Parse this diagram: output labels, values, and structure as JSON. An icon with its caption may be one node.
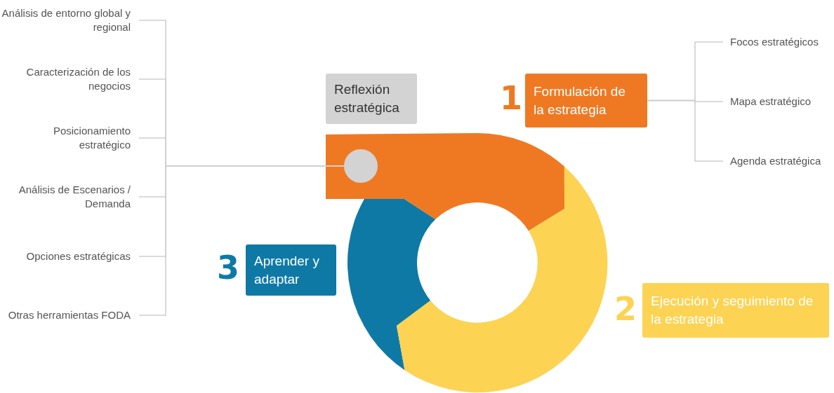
{
  "diagram": {
    "nodes": [
      {
        "text": [
          "Reflexión estratégica"
        ]
      },
      {
        "text": [
          "Formulación de la estrategia"
        ],
        "beside": [
          "1"
        ]
      },
      {
        "text": [
          "Ejecución y seguimiento de la estrategia"
        ],
        "beside": [
          "2"
        ]
      },
      {
        "text": [
          "Aprender y adaptar"
        ],
        "beside": [
          "3"
        ]
      },
      {
        "text": [],
        "shape": "circle"
      },
      {
        "text": [
          "Análisis de entorno global y regional"
        ]
      },
      {
        "text": [
          "Caracterización de los negocios"
        ]
      },
      {
        "text": [
          "Posicionamiento estratégico"
        ]
      },
      {
        "text": [
          "Análisis de Escenarios / Demanda"
        ]
      },
      {
        "text": [
          "Opciones estratégicas"
        ]
      },
      {
        "text": [
          "Otras herramientas FODA"
        ]
      },
      {
        "text": [
          "Focos estratégicos"
        ]
      },
      {
        "text": [
          "Mapa estratégico"
        ]
      },
      {
        "text": [
          "Agenda estratégica"
        ]
      }
    ],
    "edges": [
      {
        "from": 5,
        "to": 4,
        "arrow": "none"
      },
      {
        "from": 6,
        "to": 4,
        "arrow": "none"
      },
      {
        "from": 7,
        "to": 4,
        "arrow": "none"
      },
      {
        "from": 8,
        "to": 4,
        "arrow": "none"
      },
      {
        "from": 9,
        "to": 4,
        "arrow": "none"
      },
      {
        "from": 10,
        "to": 4,
        "arrow": "none"
      },
      {
        "from": 1,
        "to": 11,
        "arrow": "none"
      },
      {
        "from": 1,
        "to": 12,
        "arrow": "none"
      },
      {
        "from": 1,
        "to": 13,
        "arrow": "none"
      }
    ]
  }
}
